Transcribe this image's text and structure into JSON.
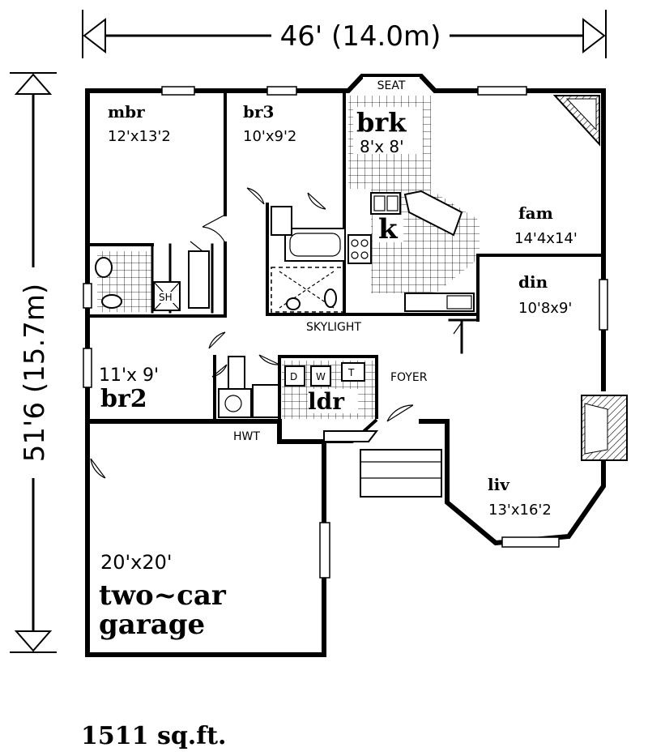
{
  "dimensions": {
    "width_label": "46' (14.0m)",
    "depth_label": "51'6 (15.7m)"
  },
  "rooms": {
    "mbr": {
      "name": "mbr",
      "size": "12'x13'2"
    },
    "br3": {
      "name": "br3",
      "size": "10'x9'2"
    },
    "brk": {
      "name": "brk",
      "size": "8'x 8'"
    },
    "seat": "SEAT",
    "k": "k",
    "fam": {
      "name": "fam",
      "size": "14'4x14'"
    },
    "din": {
      "name": "din",
      "size": "10'8x9'"
    },
    "sh": "SH",
    "skylight": "SKYLIGHT",
    "br2": {
      "name": "br2",
      "size": "11'x 9'"
    },
    "ldr": "ldr",
    "laundry": {
      "d": "D",
      "w": "W",
      "t": "T"
    },
    "foyer": "FOYER",
    "hwt": "HWT",
    "liv": {
      "name": "liv",
      "size": "13'x16'2"
    },
    "garage": {
      "size": "20'x20'",
      "name_line1": "two~car",
      "name_line2": "garage"
    }
  },
  "area": "1511 sq.ft."
}
